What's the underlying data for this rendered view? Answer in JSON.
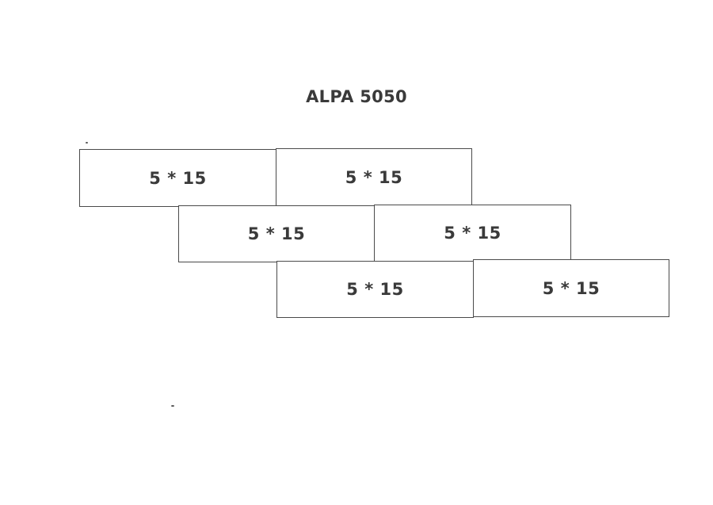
{
  "title": "ALPA 5050",
  "tiles": [
    {
      "label": "5 * 15"
    },
    {
      "label": "5 * 15"
    },
    {
      "label": "5 * 15"
    },
    {
      "label": "5 * 15"
    },
    {
      "label": "5 * 15"
    },
    {
      "label": "5 * 15"
    }
  ],
  "colors": {
    "line": "#4a4a4a",
    "text": "#3a3a3a",
    "background": "#ffffff"
  }
}
